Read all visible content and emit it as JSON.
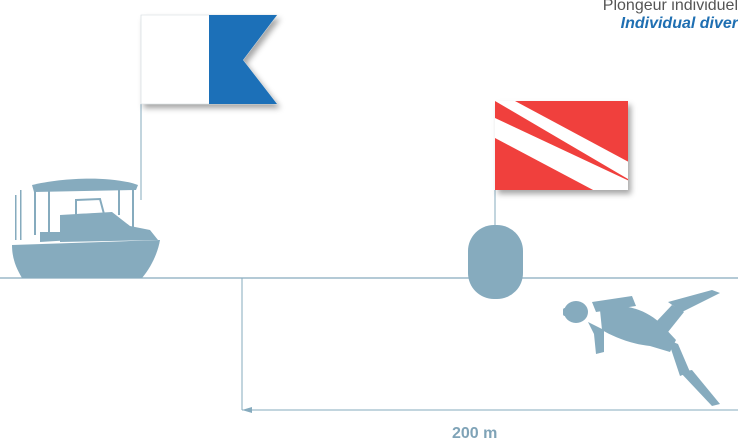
{
  "caption": {
    "french": "Plongeur individuel",
    "english": "Individual diver"
  },
  "distance": {
    "label": "200 m"
  },
  "colors": {
    "silhouette": "#86abbe",
    "alpha_flag_blue": "#1a6fb8",
    "diver_flag_red": "#f0403c",
    "diver_flag_stripe": "#ffffff",
    "caption_blue": "#1f6fb2",
    "caption_gray": "#555555",
    "lines": "#86abbe"
  }
}
